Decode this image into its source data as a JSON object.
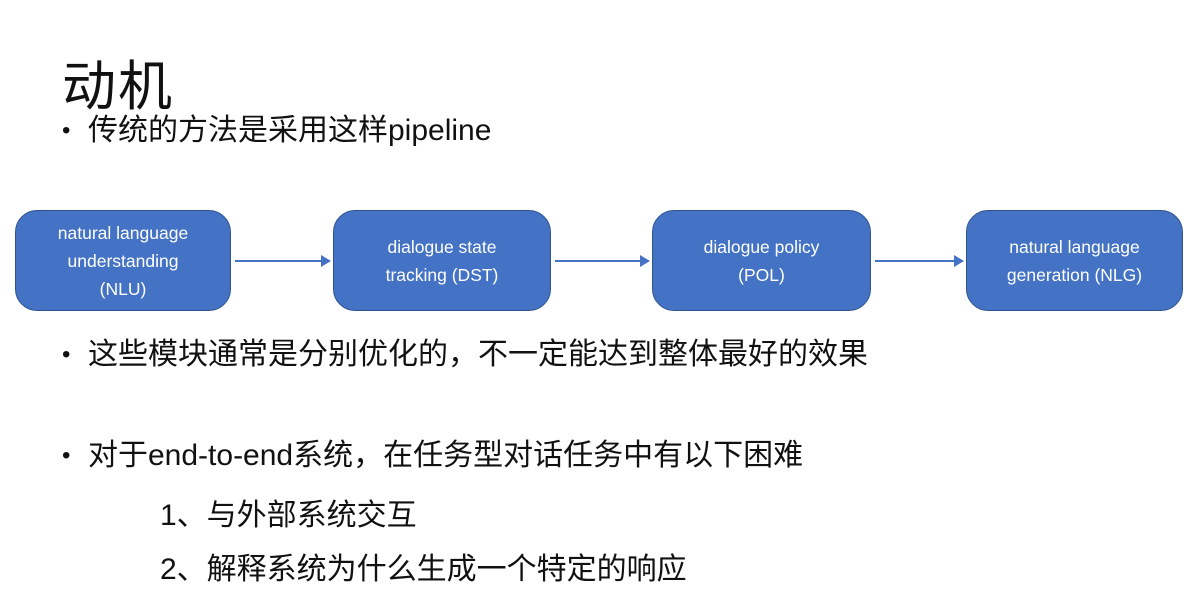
{
  "slide": {
    "title": "动机",
    "bullet_char": "•",
    "bullets": [
      {
        "text": "传统的方法是采用这样pipeline"
      },
      {
        "text": "这些模块通常是分别优化的，不一定能达到整体最好的效果"
      },
      {
        "text": "对于end-to-end系统，在任务型对话任务中有以下困难"
      }
    ],
    "sub_items": [
      {
        "text": "1、与外部系统交互"
      },
      {
        "text": "2、解释系统为什么生成一个特定的响应"
      }
    ]
  },
  "diagram": {
    "type": "flow-pipeline",
    "direction": "left-to-right",
    "box_fill": "#4472C4",
    "box_border": "#2F528F",
    "box_text_color": "#FFFFFF",
    "arrow_color": "#4472C4",
    "boxes": [
      {
        "label": "natural language understanding (NLU)",
        "lines": [
          "natural language",
          "understanding",
          "(NLU)"
        ]
      },
      {
        "label": "dialogue state tracking (DST)",
        "lines": [
          "dialogue state",
          "tracking (DST)"
        ]
      },
      {
        "label": "dialogue policy (POL)",
        "lines": [
          "dialogue policy",
          "(POL)"
        ]
      },
      {
        "label": "natural language generation (NLG)",
        "lines": [
          "natural language",
          "generation (NLG)"
        ]
      }
    ]
  }
}
